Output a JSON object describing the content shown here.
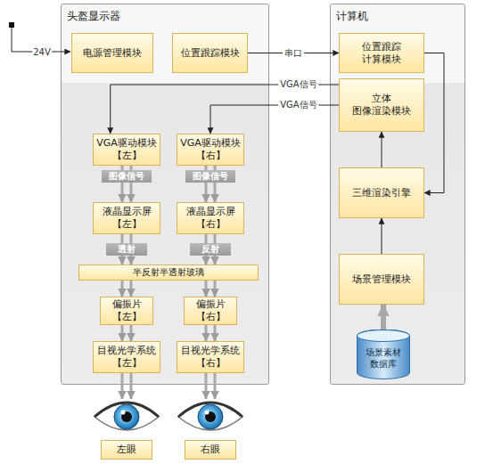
{
  "diagram": {
    "nodes": [
      {
        "text": [
          "头盔显示器"
        ]
      },
      {
        "text": [
          "电源管理模块"
        ],
        "in": 0
      },
      {
        "text": [
          "位置跟踪模块"
        ],
        "in": 0
      },
      {
        "text": [
          "VGA驱动模块 【左】"
        ],
        "in": 0
      },
      {
        "text": [
          "VGA驱动模块 【右】"
        ],
        "in": 0
      },
      {
        "text": [
          "图像信号"
        ],
        "in": 0
      },
      {
        "text": [
          "图像信号"
        ],
        "in": 0
      },
      {
        "text": [
          "液晶显示屏 【左】"
        ],
        "in": 0
      },
      {
        "text": [
          "液晶显示屏 【右】"
        ],
        "in": 0
      },
      {
        "text": [
          "透射"
        ],
        "in": 0
      },
      {
        "text": [
          "反射"
        ],
        "in": 0
      },
      {
        "text": [
          "半反射半透射玻璃"
        ],
        "in": 0
      },
      {
        "text": [
          "偏振片 【左】"
        ],
        "in": 0
      },
      {
        "text": [
          "偏振片 【右】"
        ],
        "in": 0
      },
      {
        "text": [
          "目视光学系统 【左】"
        ],
        "in": 0
      },
      {
        "text": [
          "目视光学系统 【右】"
        ],
        "in": 0
      },
      {
        "text": [
          "计算机"
        ]
      },
      {
        "text": [
          "位置跟踪 计算模块"
        ],
        "in": 16
      },
      {
        "text": [
          "立体 图像渲染模块"
        ],
        "in": 16
      },
      {
        "text": [
          "三维渲染引擎"
        ],
        "in": 16
      },
      {
        "text": [
          "场景管理模块"
        ],
        "in": 16
      },
      {
        "text": [
          "场景素材 数据库"
        ],
        "in": 16
      },
      {
        "text": [
          "左眼"
        ]
      },
      {
        "text": [
          "右眼"
        ]
      }
    ],
    "edges": [
      {
        "from": 2,
        "to": 17,
        "label": "串口",
        "arrow": "to"
      },
      {
        "from": 18,
        "to": 3,
        "label": "VGA信号",
        "arrow": "to"
      },
      {
        "from": 18,
        "to": 4,
        "label": "VGA信号",
        "arrow": "to"
      },
      {
        "from": 17,
        "to": 19,
        "arrow": "to"
      },
      {
        "from": 19,
        "to": 18,
        "arrow": "to"
      },
      {
        "from": 20,
        "to": 19,
        "arrow": "to"
      },
      {
        "from": 21,
        "to": 20,
        "arrow": "to"
      },
      {
        "from": 3,
        "to": 5,
        "arrow": "none"
      },
      {
        "from": 5,
        "to": 7,
        "arrow": "to"
      },
      {
        "from": 4,
        "to": 6,
        "arrow": "none"
      },
      {
        "from": 6,
        "to": 8,
        "arrow": "to"
      },
      {
        "from": 7,
        "to": 9,
        "arrow": "none"
      },
      {
        "from": 9,
        "to": 11,
        "arrow": "to"
      },
      {
        "from": 8,
        "to": 10,
        "arrow": "none"
      },
      {
        "from": 10,
        "to": 11,
        "arrow": "to"
      },
      {
        "from": 11,
        "to": 12,
        "arrow": "to"
      },
      {
        "from": 11,
        "to": 13,
        "arrow": "to"
      },
      {
        "from": 12,
        "to": 14,
        "arrow": "to"
      },
      {
        "from": 13,
        "to": 15,
        "arrow": "to"
      }
    ],
    "labels": [
      "24V"
    ]
  }
}
